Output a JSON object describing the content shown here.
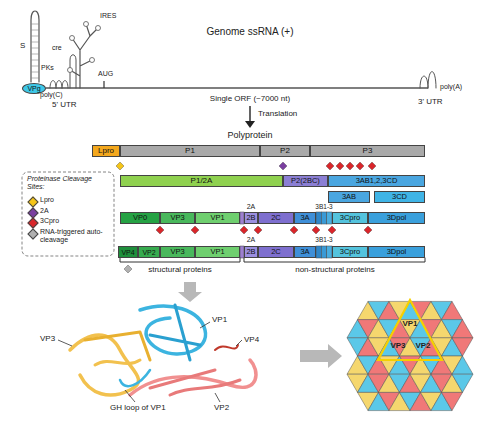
{
  "diagram": {
    "nodes": [
      {
        "text": [
          "VPg"
        ]
      },
      {
        "text": [
          "Lpro"
        ]
      },
      {
        "text": [
          "P1"
        ]
      },
      {
        "text": [
          "P2"
        ]
      },
      {
        "text": [
          "P3"
        ]
      },
      {
        "text": [
          "P1/2A"
        ]
      },
      {
        "text": [
          "P2(2BC)"
        ]
      },
      {
        "text": [
          "3AB1,2,3CD"
        ]
      },
      {
        "text": [
          "3AB"
        ]
      },
      {
        "text": [
          "3CD"
        ]
      },
      {
        "text": [
          "VP0"
        ]
      },
      {
        "text": [
          "VP3"
        ]
      },
      {
        "text": [
          "VP1"
        ]
      },
      {
        "text": [
          "2B"
        ]
      },
      {
        "text": [
          "2C"
        ]
      },
      {
        "text": [
          "3A"
        ]
      },
      {
        "text": [
          "3Cpro"
        ]
      },
      {
        "text": [
          "3Dpol"
        ]
      },
      {
        "text": [
          "VP4"
        ]
      },
      {
        "text": [
          "VP2"
        ]
      },
      {
        "text": [
          "VP3"
        ]
      },
      {
        "text": [
          "VP1"
        ]
      },
      {
        "text": [
          "2B"
        ]
      },
      {
        "text": [
          "2C"
        ]
      },
      {
        "text": [
          "3A"
        ]
      },
      {
        "text": [
          "3Cpro"
        ]
      },
      {
        "text": [
          "3Dpol"
        ]
      }
    ],
    "labels": [
      "S",
      "IRES",
      "cre",
      "PKs",
      "AUG",
      "poly(C)",
      "Genome ssRNA (+)",
      "poly(A)",
      "5' UTR",
      "Single ORF (~7000 nt)",
      "3' UTR",
      "Translation",
      "Polyprotein",
      "Proteinase Cleavage Sites:",
      "2A",
      "3B1-3",
      "2A",
      "3B1-3",
      "structural proteins",
      "non-structural proteins",
      "VP3",
      "VP1",
      "VP4",
      "VP2",
      "GH loop of VP1",
      "VP1",
      "VP3",
      "VP2"
    ],
    "legend": [
      {
        "text": "Lpro",
        "color": "#f5c518"
      },
      {
        "text": "2A",
        "color": "#7b3fa0"
      },
      {
        "text": "3Cpro",
        "color": "#d9262b"
      },
      {
        "text": "RNA-triggered auto-cleavage",
        "color": "#b0b0b0"
      }
    ]
  }
}
